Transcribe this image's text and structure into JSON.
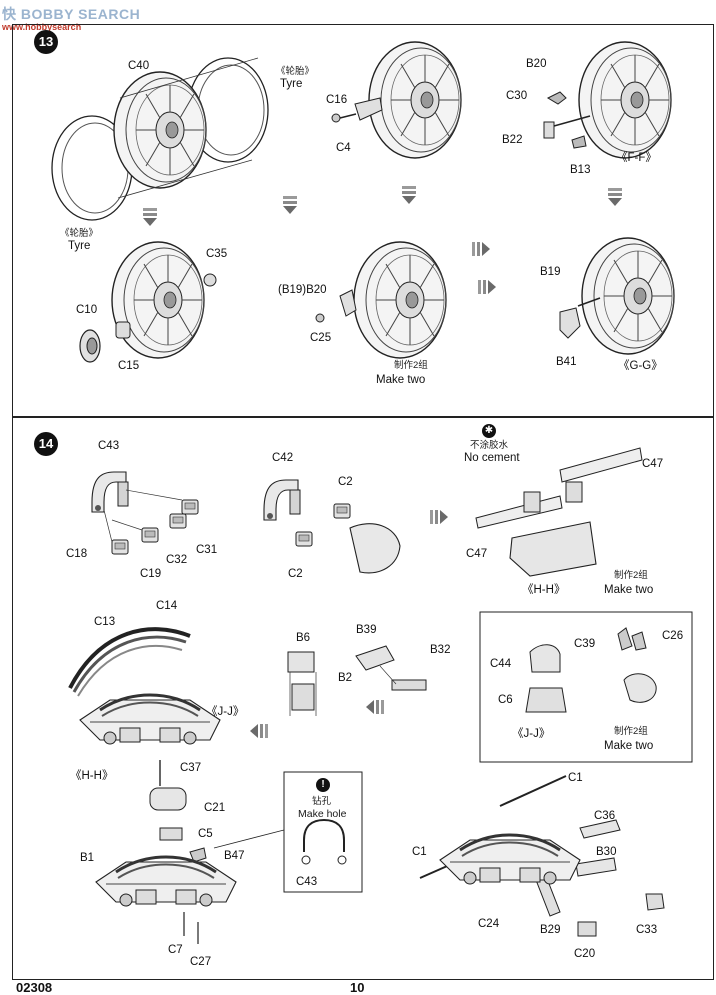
{
  "watermark": {
    "brand": "快 BOBBY SEARCH",
    "url": "www.hobbysearch"
  },
  "step13": {
    "number": "13",
    "tyre_cn_1": "《轮胎》",
    "tyre_en_1": "Tyre",
    "tyre_cn_2": "《轮胎》",
    "tyre_en_2": "Tyre",
    "parts": {
      "c40": "C40",
      "c16": "C16",
      "c4": "C4",
      "b20a": "B20",
      "c30": "C30",
      "b22": "B22",
      "b13": "B13",
      "ff": "《F-F》",
      "c35": "C35",
      "c10": "C10",
      "c15": "C15",
      "b19b20": "(B19)B20",
      "c25": "C25",
      "b19": "B19",
      "b41": "B41",
      "gg": "《G-G》"
    },
    "make_two_cn": "制作2组",
    "make_two_en": "Make two"
  },
  "step14": {
    "number": "14",
    "no_cement_cn": "不涂胶水",
    "no_cement_en": "No cement",
    "parts": {
      "c43": "C43",
      "c42": "C42",
      "c47a": "C47",
      "c47b": "C47",
      "c2a": "C2",
      "c2b": "C2",
      "c18": "C18",
      "c19": "C19",
      "c32": "C32",
      "c31": "C31",
      "hh": "《H-H》",
      "c13": "C13",
      "c14": "C14",
      "jj1": "《J-J》",
      "hh2": "《H-H》",
      "b6": "B6",
      "b2": "B2",
      "b39": "B39",
      "b32": "B32",
      "c39": "C39",
      "c26": "C26",
      "c44": "C44",
      "c6": "C6",
      "jj2": "《J-J》",
      "c37": "C37",
      "c21": "C21",
      "c5": "C5",
      "b1": "B1",
      "b47": "B47",
      "c7": "C7",
      "c27": "C27",
      "c43b": "C43",
      "c1a": "C1",
      "c1b": "C1",
      "c36": "C36",
      "b30": "B30",
      "c24": "C24",
      "b29": "B29",
      "c20": "C20",
      "c33": "C33"
    },
    "make_two_cn_1": "制作2组",
    "make_two_en_1": "Make two",
    "make_two_cn_2": "制作2组",
    "make_two_en_2": "Make two",
    "hole_cn": "钻孔",
    "hole_en": "Make hole"
  },
  "footer": {
    "code": "02308",
    "page": "10"
  }
}
